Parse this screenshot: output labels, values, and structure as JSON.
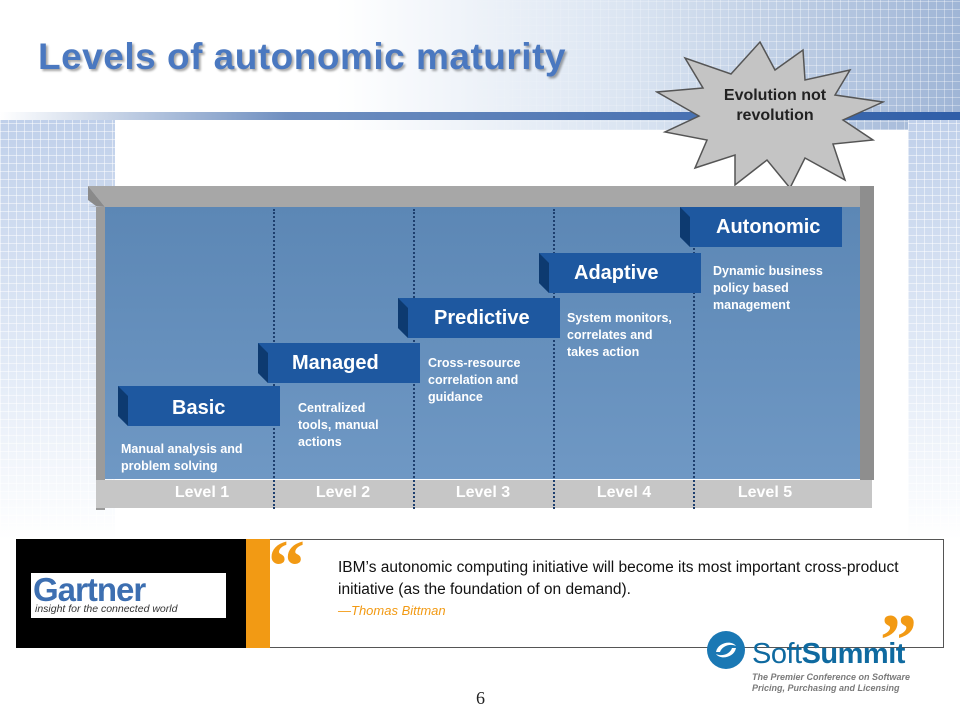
{
  "slide": {
    "title": "Levels of autonomic maturity",
    "callout": {
      "line1": "Evolution not",
      "line2": "revolution"
    },
    "page_number": "6"
  },
  "levels": [
    {
      "name": "Basic",
      "level": "Level 1",
      "description": [
        "Manual analysis and",
        "problem solving"
      ]
    },
    {
      "name": "Managed",
      "level": "Level 2",
      "description": [
        "Centralized",
        "tools, manual",
        "actions"
      ]
    },
    {
      "name": "Predictive",
      "level": "Level 3",
      "description": [
        "Cross-resource",
        "correlation and",
        "guidance"
      ]
    },
    {
      "name": "Adaptive",
      "level": "Level 4",
      "description": [
        "System monitors,",
        "correlates and",
        "takes action"
      ]
    },
    {
      "name": "Autonomic",
      "level": "Level 5",
      "description": [
        "Dynamic business",
        "policy based",
        "management"
      ]
    }
  ],
  "quote": {
    "source_logo": "Gartner",
    "source_tagline": "insight for the connected world",
    "text": "IBM’s autonomic computing initiative will become its most important cross-product initiative (as the foundation of on demand).",
    "author": "—Thomas  Bittman"
  },
  "sponsor": {
    "name_part1": "Soft",
    "name_part2": "Summit",
    "tagline_line1": "The Premier Conference on Software",
    "tagline_line2": "Pricing, Purchasing and Licensing"
  },
  "colors": {
    "title_blue": "#4a78c0",
    "panel_blue": "#6590bd",
    "step_blue": "#1f5aa3",
    "accent_orange": "#f29a14"
  }
}
